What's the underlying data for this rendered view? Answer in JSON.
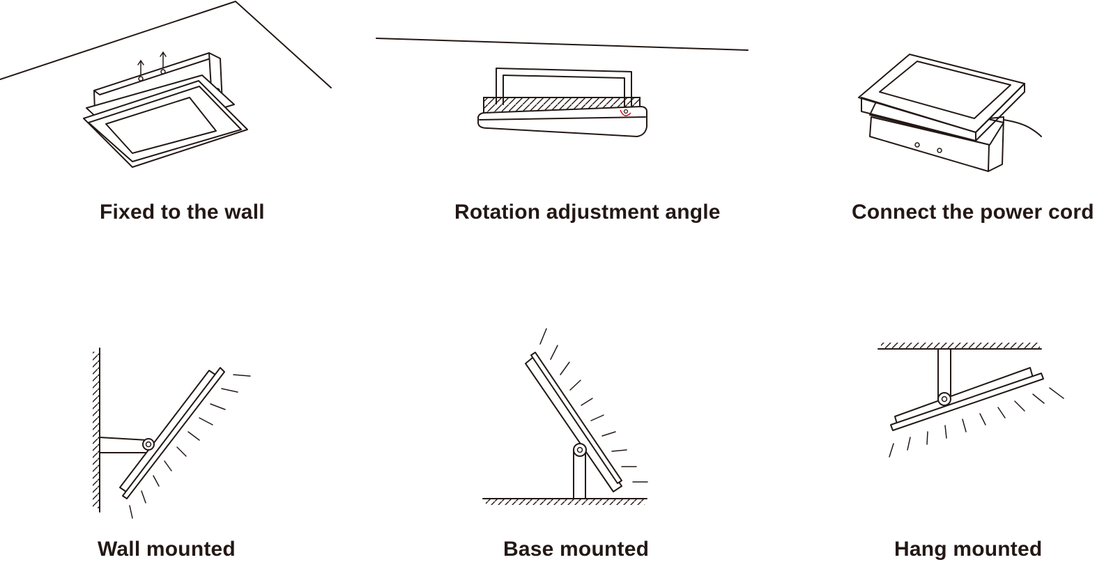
{
  "captions": {
    "fixed": "Fixed to the wall",
    "rotation": "Rotation adjustment angle",
    "power": "Connect the power cord",
    "wall": "Wall mounted",
    "base": "Base mounted",
    "hang": "Hang mounted"
  },
  "colors": {
    "ink": "#231815",
    "accent": "#e60012",
    "background": "#ffffff"
  }
}
